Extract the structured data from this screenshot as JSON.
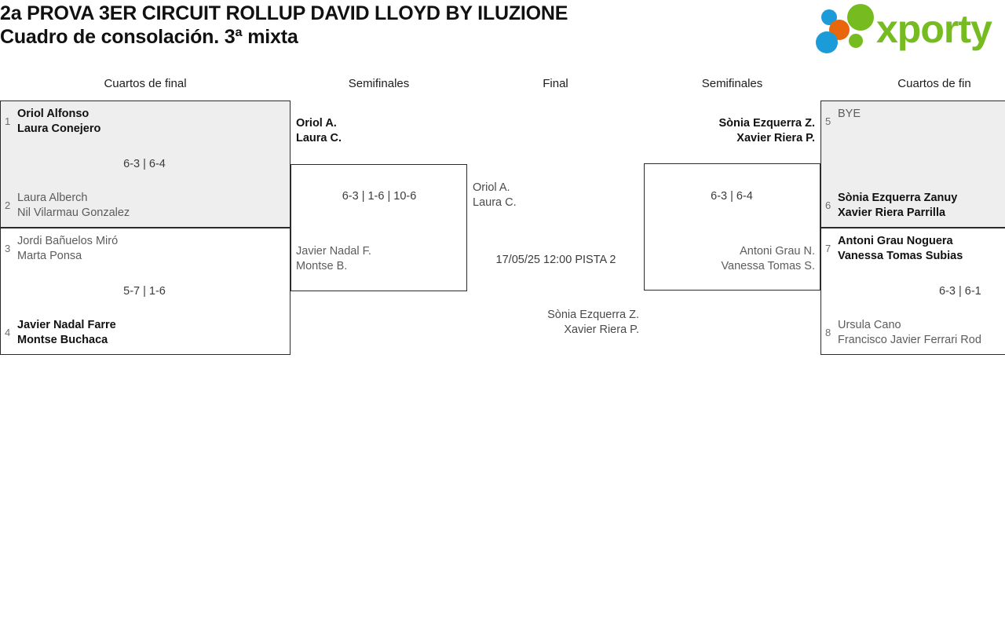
{
  "header": {
    "title_line1": "2a PROVA 3ER CIRCUIT ROLLUP DAVID LLOYD BY ILUZIONE",
    "title_line2": "Cuadro de consolación. 3ª mixta",
    "logo_text": "xporty",
    "logo_colors": {
      "green": "#76bc21",
      "orange": "#e8670c",
      "blue": "#1b9bd8"
    }
  },
  "columns": {
    "qf_left": "Cuartos de final",
    "sf_left": "Semifinales",
    "final": "Final",
    "sf_right": "Semifinales",
    "qf_right": "Cuartos de fin"
  },
  "matches": {
    "qf1": {
      "top": {
        "seed": "1",
        "line1": "Oriol Alfonso",
        "line2": "Laura Conejero",
        "state": "winner"
      },
      "bottom": {
        "seed": "2",
        "line1": "Laura Alberch",
        "line2": "Nil Vilarmau Gonzalez",
        "state": "loser"
      },
      "score": "6-3 | 6-4"
    },
    "qf2": {
      "top": {
        "seed": "3",
        "line1": "Jordi Bañuelos Miró",
        "line2": "Marta Ponsa",
        "state": "loser"
      },
      "bottom": {
        "seed": "4",
        "line1": "Javier Nadal Farre",
        "line2": "Montse Buchaca",
        "state": "winner"
      },
      "score": "5-7 | 1-6"
    },
    "sf_left": {
      "top": {
        "line1": "Oriol A.",
        "line2": "Laura C.",
        "state": "winner"
      },
      "bottom": {
        "line1": "Javier Nadal F.",
        "line2": "Montse B.",
        "state": "loser"
      },
      "score": "6-3 | 1-6 | 10-6"
    },
    "final": {
      "top": {
        "line1": "Oriol A.",
        "line2": "Laura C.",
        "state": "pending"
      },
      "bottom": {
        "line1": "Sònia Ezquerra Z.",
        "line2": "Xavier Riera P.",
        "state": "pending"
      },
      "score": "17/05/25 12:00 PISTA 2"
    },
    "sf_right": {
      "top": {
        "line1": "Sònia Ezquerra Z.",
        "line2": "Xavier Riera P.",
        "state": "winner"
      },
      "bottom": {
        "line1": "Antoni Grau N.",
        "line2": "Vanessa Tomas S.",
        "state": "loser"
      },
      "score": "6-3 | 6-4"
    },
    "qf3": {
      "top": {
        "seed": "5",
        "line1": "BYE",
        "line2": "",
        "state": "loser"
      },
      "bottom": {
        "seed": "6",
        "line1": "Sònia Ezquerra Zanuy",
        "line2": "Xavier Riera Parrilla",
        "state": "winner"
      },
      "score": ""
    },
    "qf4": {
      "top": {
        "seed": "7",
        "line1": "Antoni Grau Noguera",
        "line2": "Vanessa Tomas Subias",
        "state": "winner"
      },
      "bottom": {
        "seed": "8",
        "line1": "Ursula Cano",
        "line2": "Francisco Javier Ferrari Rod",
        "state": "loser"
      },
      "score": "6-3 | 6-1"
    }
  }
}
